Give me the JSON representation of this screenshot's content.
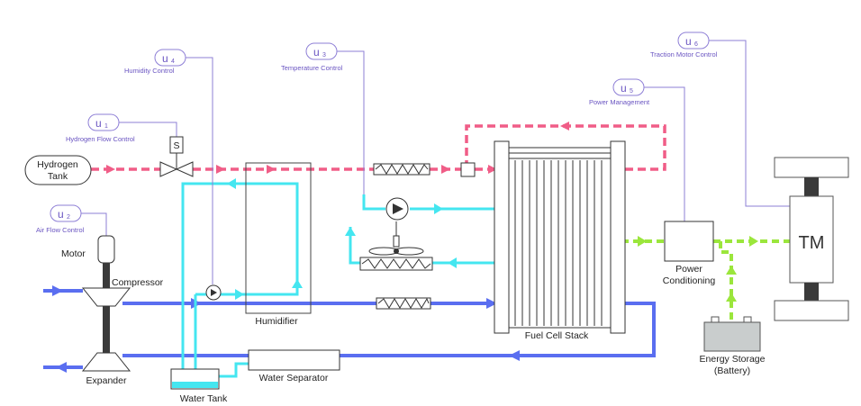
{
  "colors": {
    "hydrogen": "#f05d87",
    "air": "#5a6ef0",
    "coolant": "#44e6f0",
    "power": "#9be63c",
    "control": "#8e7fd6",
    "control_text": "#6a55c2",
    "dark_block": "#3a3a3a",
    "battery": "#c9cdcd",
    "water": "#44e6f0"
  },
  "controls": {
    "u1": {
      "letter": "u",
      "index": "1",
      "caption": "Hydrogen Flow Control"
    },
    "u2": {
      "letter": "u",
      "index": "2",
      "caption": "Air Flow Control"
    },
    "u3": {
      "letter": "u",
      "index": "3",
      "caption": "Temperature Control"
    },
    "u4": {
      "letter": "u",
      "index": "4",
      "caption": "Humidity Control"
    },
    "u5": {
      "letter": "u",
      "index": "5",
      "caption": "Power Management"
    },
    "u6": {
      "letter": "u",
      "index": "6",
      "caption": "Traction Motor Control"
    }
  },
  "components": {
    "hydrogen_tank": {
      "line1": "Hydrogen",
      "line2": "Tank"
    },
    "valve_solenoid": "S",
    "motor": "Motor",
    "compressor": "Compressor",
    "expander": "Expander",
    "humidifier": "Humidifier",
    "water_tank": "Water Tank",
    "water_separator": "Water Separator",
    "fuel_cell_stack": "Fuel Cell Stack",
    "power_conditioning": {
      "line1": "Power",
      "line2": "Conditioning"
    },
    "energy_storage": {
      "line1": "Energy Storage",
      "line2": "(Battery)"
    },
    "traction_motor": "TM"
  }
}
